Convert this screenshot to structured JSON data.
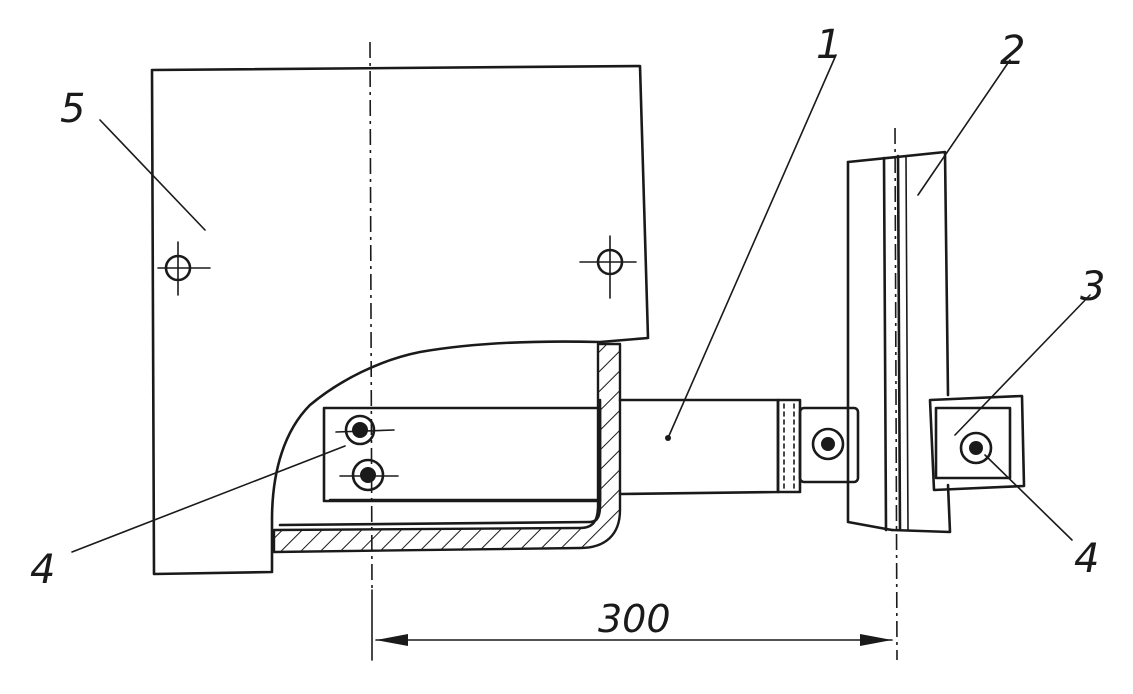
{
  "labels": {
    "part_1": "1",
    "part_2": "2",
    "part_3": "3",
    "part_4_left": "4",
    "part_4_right": "4",
    "part_5": "5"
  },
  "dimension": {
    "value": "300"
  },
  "colors": {
    "ink": "#1a1a1a",
    "paper": "#ffffff"
  }
}
